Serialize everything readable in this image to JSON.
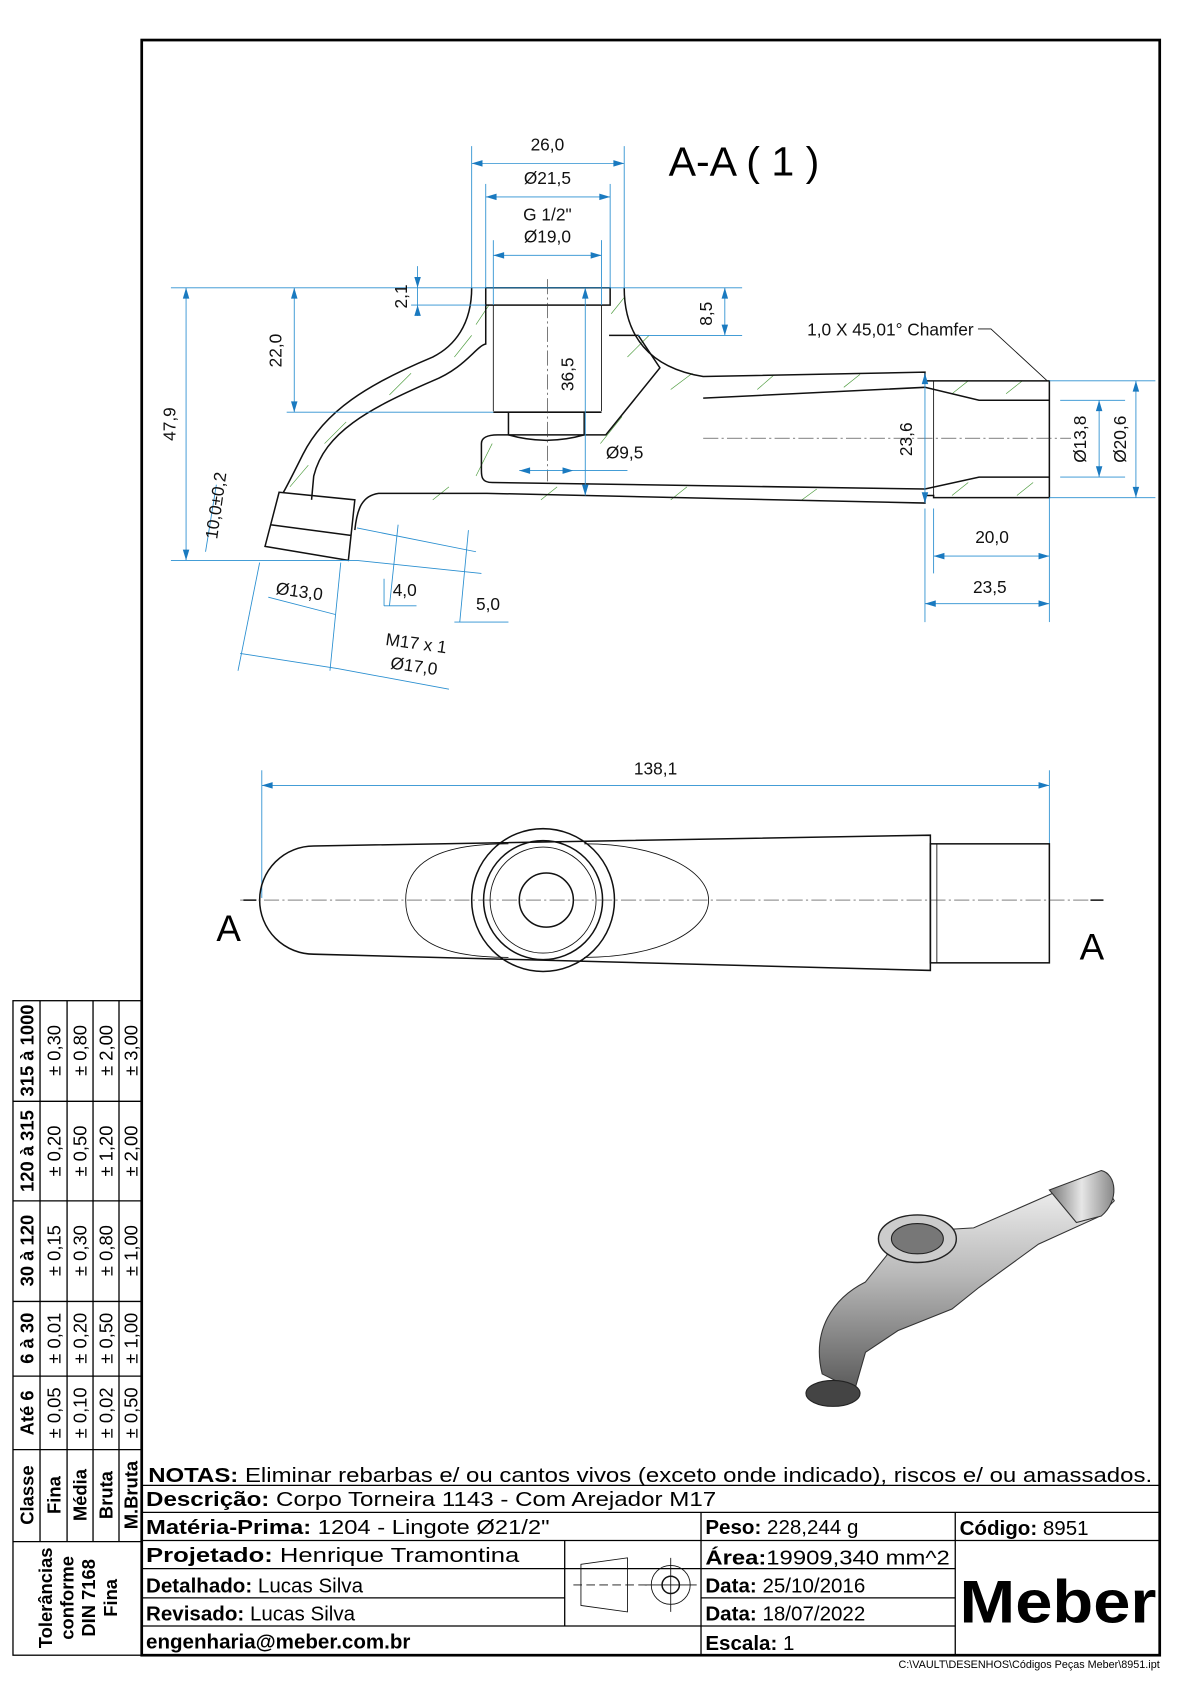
{
  "section": {
    "title": "A-A ( 1 )",
    "dims": {
      "d26": "26,0",
      "d215": "Ø21,5",
      "g12": "G 1/2\"",
      "d19": "Ø19,0",
      "d21": "2,1",
      "d85": "8,5",
      "d22": "22,0",
      "d365": "36,5",
      "d479": "47,9",
      "d95": "Ø9,5",
      "d236": "23,6",
      "d138": "Ø13,8",
      "d206": "Ø20,6",
      "d200": "20,0",
      "d235": "23,5",
      "d10": "10,0±0,2",
      "d13": "Ø13,0",
      "d4": "4,0",
      "d5": "5,0",
      "m17": "M17 x 1",
      "d17": "Ø17,0"
    },
    "chamfer_note": "1,0 X 45,01° Chamfer"
  },
  "plan_view": {
    "length": "138,1",
    "section_mark_left": "A",
    "section_mark_right": "A"
  },
  "tolerance_table": {
    "header": [
      "Classe",
      "Até 6",
      "6 à 30",
      "30 à 120",
      "120 à 315",
      "315 à 1000"
    ],
    "rows": [
      {
        "class": "Fina",
        "values": [
          "± 0,05",
          "± 0,01",
          "± 0,15",
          "± 0,20",
          "± 0,30"
        ]
      },
      {
        "class": "Média",
        "values": [
          "± 0,10",
          "± 0,20",
          "± 0,30",
          "± 0,50",
          "± 0,80"
        ]
      },
      {
        "class": "Bruta",
        "values": [
          "± 0,02",
          "± 0,50",
          "± 0,80",
          "± 1,20",
          "± 2,00"
        ]
      },
      {
        "class": "M.Bruta",
        "values": [
          "± 0,50",
          "± 1,00",
          "± 1,00",
          "± 2,00",
          "± 3,00"
        ]
      }
    ],
    "footer": [
      "Tolerâncias",
      "conforme",
      "DIN 7168",
      "Fina"
    ]
  },
  "title_block": {
    "notes_label": "NOTAS:",
    "notes": "Eliminar rebarbas e/ ou cantos vivos (exceto onde indicado), riscos e/ ou amassados.",
    "descricao_label": "Descrição:",
    "descricao": "Corpo Torneira 1143 - Com Arejador M17",
    "materia_label": "Matéria-Prima:",
    "materia": "1204 - Lingote Ø21/2\"",
    "peso_label": "Peso:",
    "peso": "228,244 g",
    "codigo_label": "Código:",
    "codigo": "8951",
    "projetado_label": "Projetado:",
    "projetado": "Henrique Tramontina",
    "detalhado_label": "Detalhado:",
    "detalhado": "Lucas Silva",
    "revisado_label": "Revisado:",
    "revisado": "Lucas Silva",
    "email": "engenharia@meber.com.br",
    "area_label": "Área:",
    "area": "19909,340 mm^2",
    "data1_label": "Data:",
    "data1": "25/10/2016",
    "data2_label": "Data:",
    "data2": "18/07/2022",
    "escala_label": "Escala:",
    "escala": "1",
    "logo": "Meber",
    "file_path": "C:\\VAULT\\DESENHOS\\Códigos Peças Meber\\8951.ipt"
  },
  "colors": {
    "dimension": "#2a8fd0",
    "hatch": "#4a9a3a",
    "outline": "#111111"
  }
}
